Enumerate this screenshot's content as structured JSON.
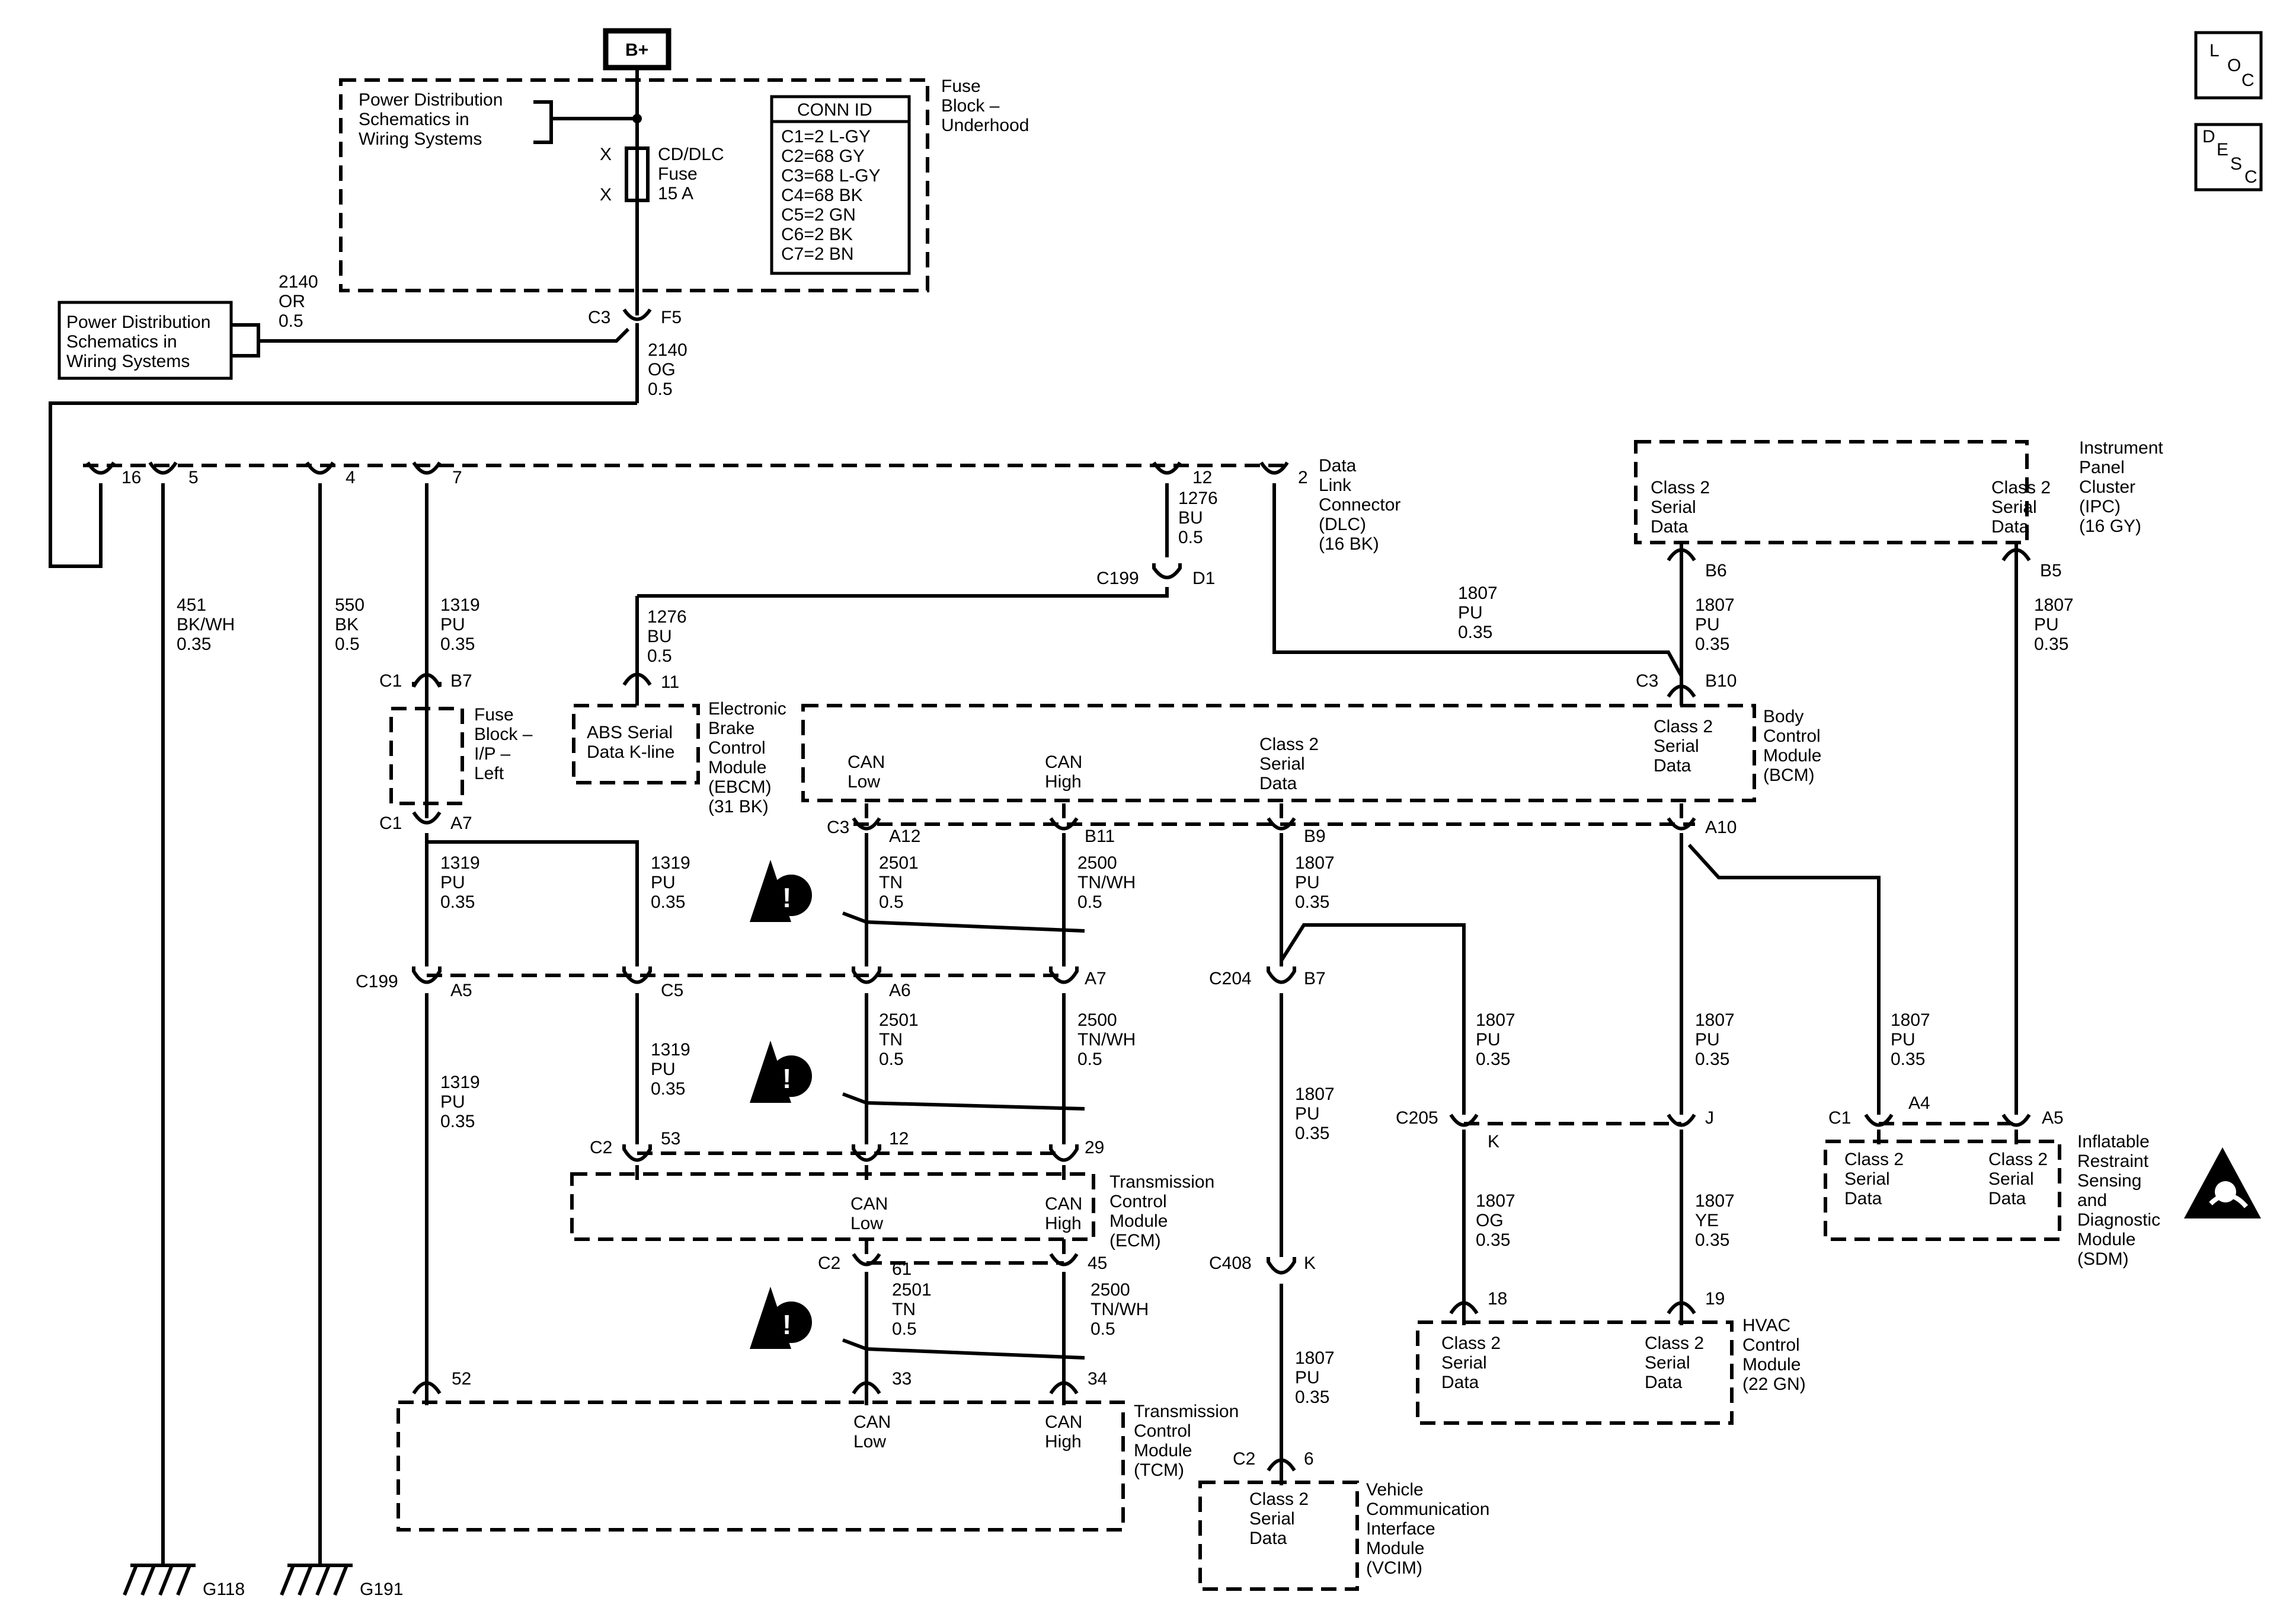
{
  "bplus": "B+",
  "loc": {
    "l1": "L",
    "l2": "O",
    "l3": "C"
  },
  "desc": {
    "l1": "D",
    "l2": "E",
    "l3": "S",
    "l4": "C"
  },
  "pds_ref": [
    "Power Distribution",
    "Schematics in",
    "Wiring Systems"
  ],
  "fuse": {
    "marks": [
      "X",
      "X"
    ],
    "name": [
      "CD/DLC",
      "Fuse",
      "15 A"
    ]
  },
  "fuse_block_uh": [
    "Fuse",
    "Block –",
    "Underhood"
  ],
  "conn_id": {
    "title": "CONN ID",
    "rows": [
      "C1=2 L-GY",
      "C2=68 GY",
      "C3=68 L-GY",
      "C4=68 BK",
      "C5=2 GN",
      "C6=2 BK",
      "C7=2 BN"
    ]
  },
  "w2140a": [
    "2140",
    "OR",
    "0.5"
  ],
  "w2140b": [
    "2140",
    "OG",
    "0.5"
  ],
  "c3f5": {
    "conn": "C3",
    "pin": "F5"
  },
  "dlc": {
    "pins": [
      "16",
      "5",
      "4",
      "7",
      "12",
      "2"
    ],
    "name": [
      "Data",
      "Link",
      "Connector",
      "(DLC)",
      "(16 BK)"
    ]
  },
  "w451": [
    "451",
    "BK/WH",
    "0.35"
  ],
  "w550": [
    "550",
    "BK",
    "0.5"
  ],
  "w1319a": [
    "1319",
    "PU",
    "0.35"
  ],
  "w1276a": [
    "1276",
    "BU",
    "0.5"
  ],
  "c199d1": {
    "conn": "C199",
    "pin": "D1"
  },
  "w1276b": [
    "1276",
    "BU",
    "0.5"
  ],
  "ebcm": {
    "pin": "11",
    "inner": [
      "ABS Serial",
      "Data K-line"
    ],
    "name": [
      "Electronic",
      "Brake",
      "Control",
      "Module",
      "(EBCM)",
      "(31 BK)"
    ]
  },
  "c1b7": {
    "conn": "C1",
    "pin": "B7"
  },
  "fb_ip": [
    "Fuse",
    "Block –",
    "I/P –",
    "Left"
  ],
  "c1a7": {
    "conn": "C1",
    "pin": "A7"
  },
  "w1319b": [
    "1319",
    "PU",
    "0.35"
  ],
  "w1319c": [
    "1319",
    "PU",
    "0.35"
  ],
  "ipc": {
    "name": [
      "Instrument",
      "Panel",
      "Cluster",
      "(IPC)",
      "(16 GY)"
    ],
    "left": [
      "Class 2",
      "Serial",
      "Data"
    ],
    "right": [
      "Class 2",
      "Serial",
      "Data"
    ],
    "pinl": "B6",
    "pinr": "B5"
  },
  "w1807_dlc": [
    "1807",
    "PU",
    "0.35"
  ],
  "w1807_b6": [
    "1807",
    "PU",
    "0.35"
  ],
  "w1807_b5": [
    "1807",
    "PU",
    "0.35"
  ],
  "c3b10": {
    "conn": "C3",
    "pin": "B10"
  },
  "bcm": {
    "name": [
      "Body",
      "Control",
      "Module",
      "(BCM)"
    ],
    "canl": [
      "CAN",
      "Low"
    ],
    "canh": [
      "CAN",
      "High"
    ],
    "c2a": [
      "Class 2",
      "Serial",
      "Data"
    ],
    "c2b": [
      "Class 2",
      "Serial",
      "Data"
    ],
    "conn": "C3",
    "pins": [
      "A12",
      "B11",
      "B9",
      "A10"
    ]
  },
  "w2501a": [
    "2501",
    "TN",
    "0.5"
  ],
  "w2500a": [
    "2500",
    "TN/WH",
    "0.5"
  ],
  "w1807_b9": [
    "1807",
    "PU",
    "0.35"
  ],
  "c199": {
    "conn": "C199",
    "pins": [
      "A5",
      "C5",
      "A6",
      "A7"
    ]
  },
  "c204": {
    "conn": "C204",
    "pin": "B7"
  },
  "w1319d": [
    "1319",
    "PU",
    "0.35"
  ],
  "w1319e": [
    "1319",
    "PU",
    "0.35"
  ],
  "w2501b": [
    "2501",
    "TN",
    "0.5"
  ],
  "w2500b": [
    "2500",
    "TN/WH",
    "0.5"
  ],
  "w1807_c204": [
    "1807",
    "PU",
    "0.35"
  ],
  "w1807_k": [
    "1807",
    "PU",
    "0.35"
  ],
  "w1807_j": [
    "1807",
    "PU",
    "0.35"
  ],
  "w1807_a4": [
    "1807",
    "PU",
    "0.35"
  ],
  "c205": {
    "conn": "C205",
    "pink": "K",
    "pinj": "J"
  },
  "sdm": {
    "c1": "C1",
    "pina4": "A4",
    "pina5": "A5",
    "left": [
      "Class 2",
      "Serial",
      "Data"
    ],
    "right": [
      "Class 2",
      "Serial",
      "Data"
    ],
    "name": [
      "Inflatable",
      "Restraint",
      "Sensing",
      "and",
      "Diagnostic",
      "Module",
      "(SDM)"
    ]
  },
  "ecm": {
    "conn": "C2",
    "pins": [
      "53",
      "12",
      "29"
    ],
    "canl": [
      "CAN",
      "Low"
    ],
    "canh": [
      "CAN",
      "High"
    ],
    "name": [
      "Transmission",
      "Control",
      "Module",
      "(ECM)"
    ],
    "conn2": "C2",
    "pins2": [
      "61",
      "45"
    ]
  },
  "w1807_og": [
    "1807",
    "OG",
    "0.35"
  ],
  "w1807_ye": [
    "1807",
    "YE",
    "0.35"
  ],
  "hvac": {
    "pin18": "18",
    "pin19": "19",
    "left": [
      "Class 2",
      "Serial",
      "Data"
    ],
    "right": [
      "Class 2",
      "Serial",
      "Data"
    ],
    "name": [
      "HVAC",
      "Control",
      "Module",
      "(22 GN)"
    ]
  },
  "c408": {
    "conn": "C408",
    "pin": "K"
  },
  "w2501c": [
    "2501",
    "TN",
    "0.5"
  ],
  "w2500c": [
    "2500",
    "TN/WH",
    "0.5"
  ],
  "w1807_c408": [
    "1807",
    "PU",
    "0.35"
  ],
  "tcm": {
    "pins": [
      "52",
      "33",
      "34"
    ],
    "canl": [
      "CAN",
      "Low"
    ],
    "canh": [
      "CAN",
      "High"
    ],
    "name": [
      "Transmission",
      "Control",
      "Module",
      "(TCM)"
    ]
  },
  "vcim": {
    "conn": "C2",
    "pin": "6",
    "inner": [
      "Class 2",
      "Serial",
      "Data"
    ],
    "name": [
      "Vehicle",
      "Communication",
      "Interface",
      "Module",
      "(VCIM)"
    ]
  },
  "grounds": [
    "G118",
    "G191"
  ],
  "warning_count": 3
}
